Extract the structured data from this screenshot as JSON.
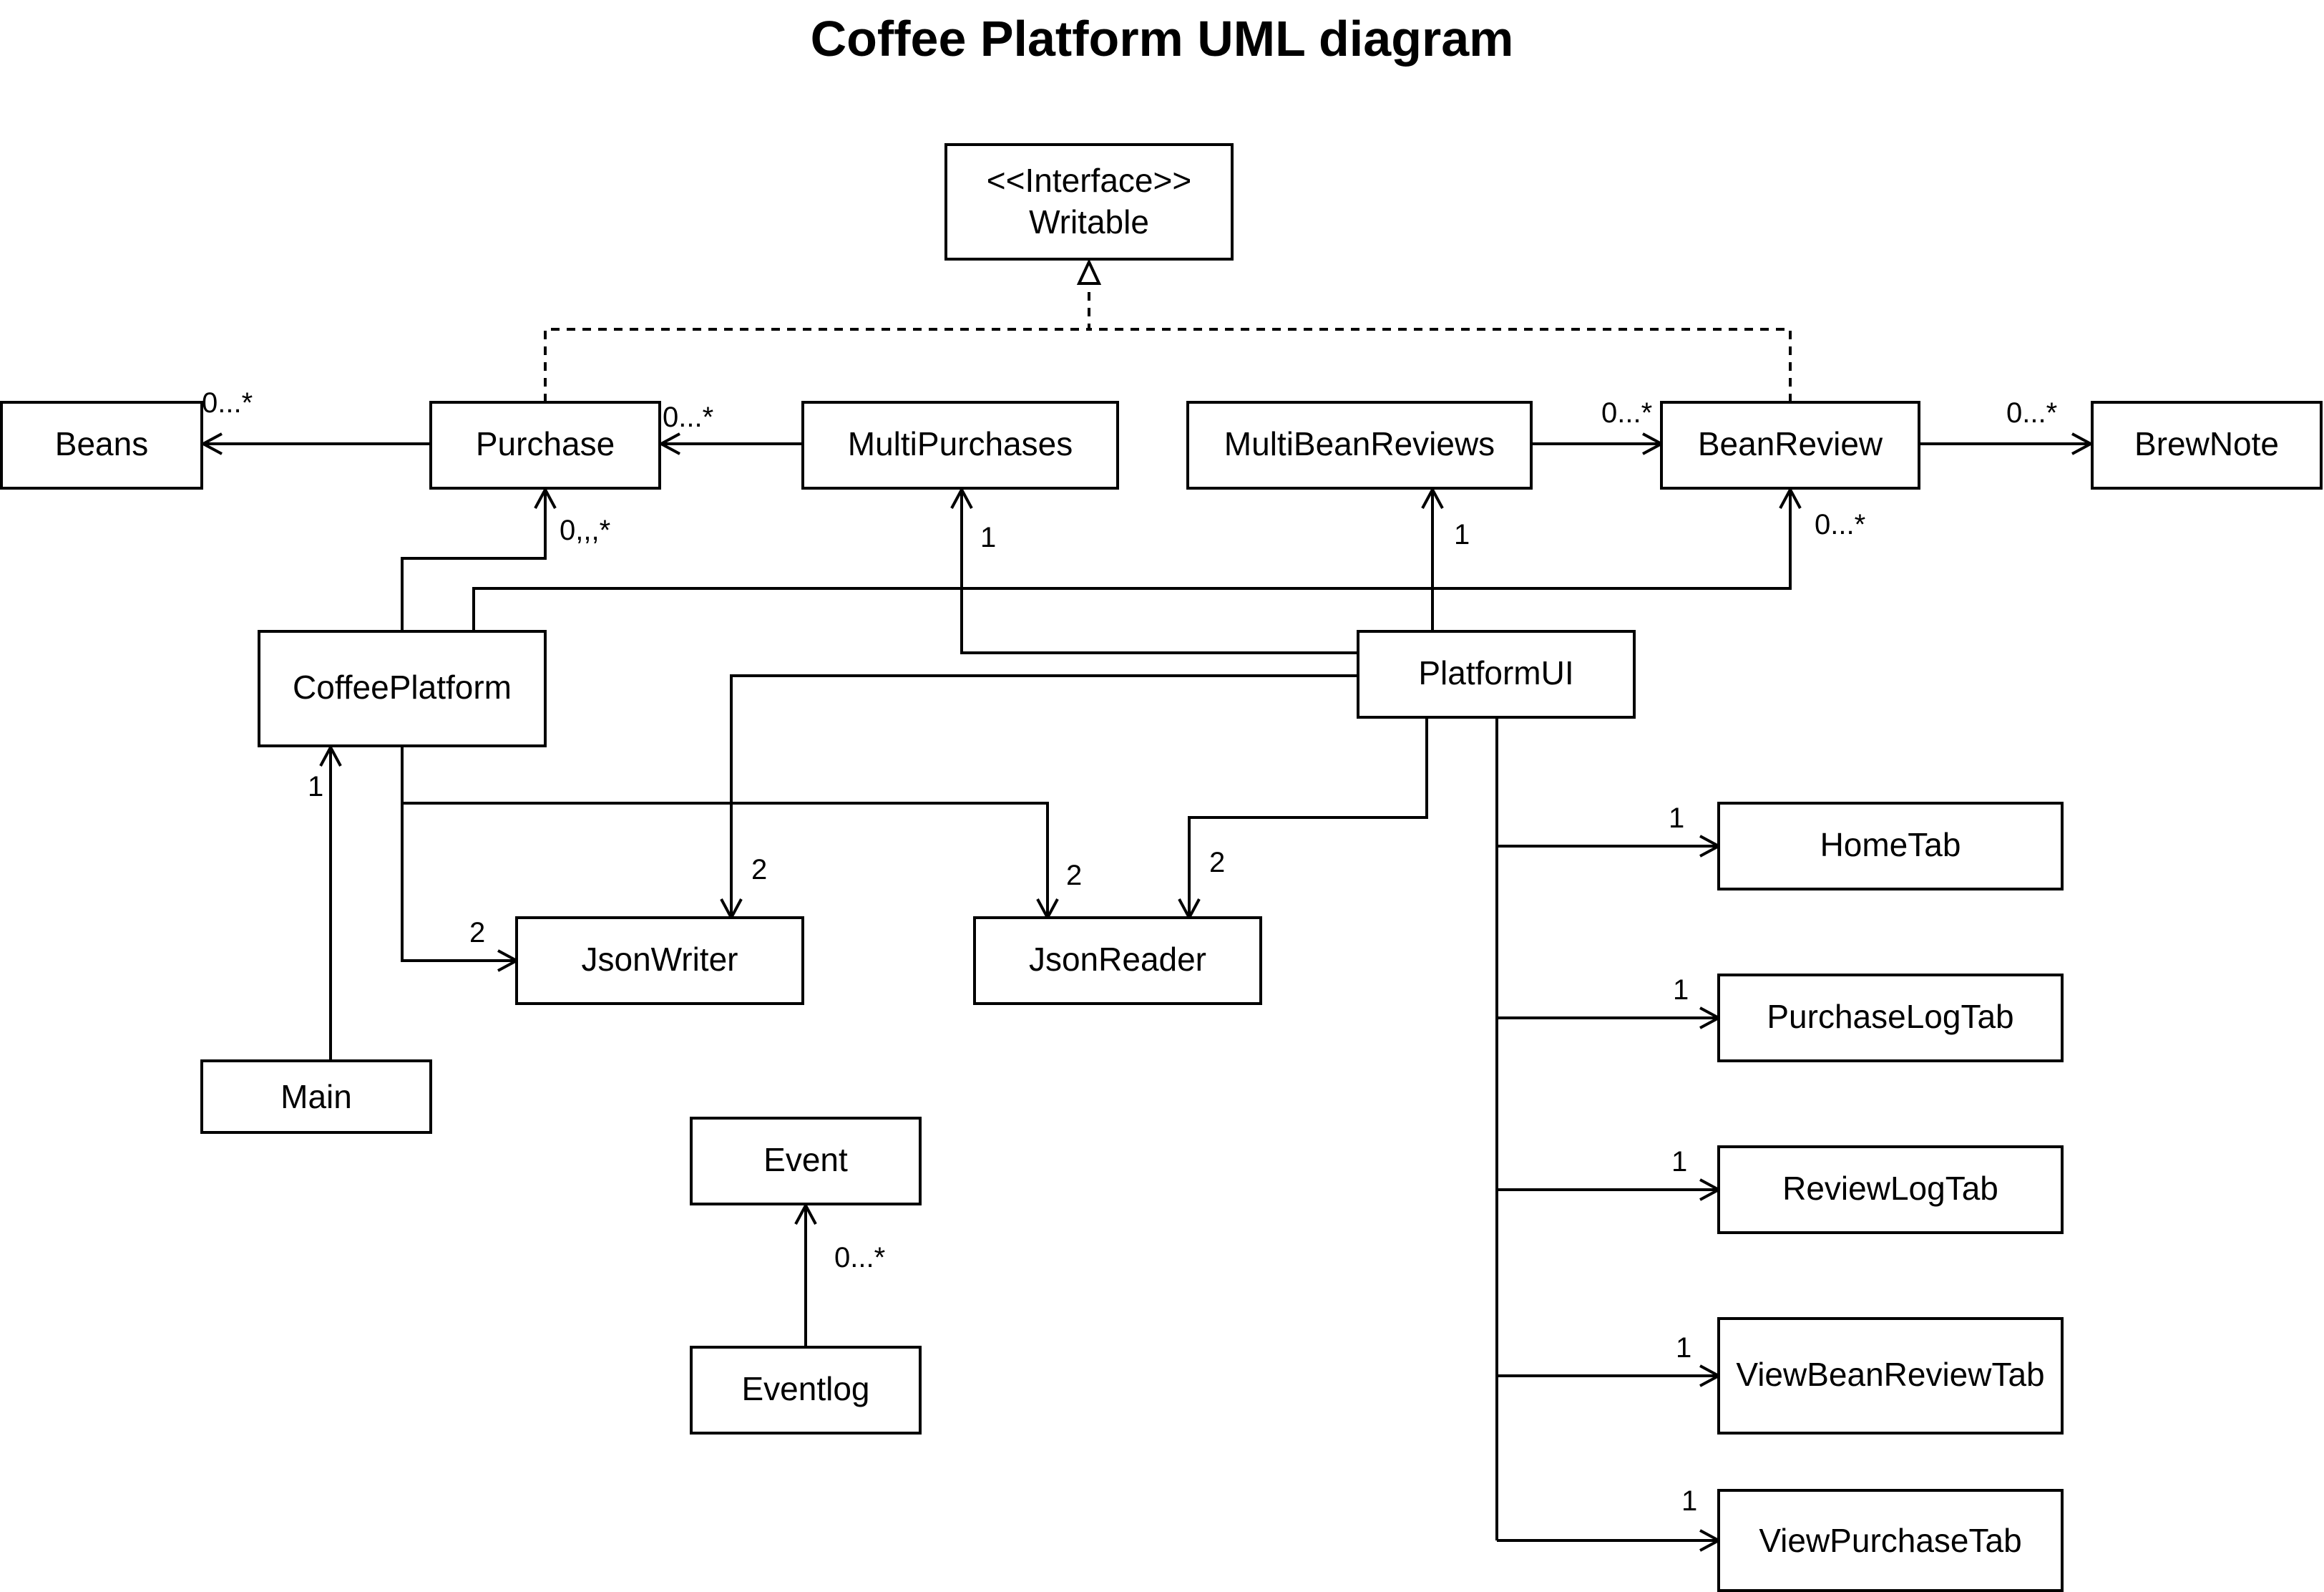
{
  "title": "Coffee Platform UML diagram",
  "classes": {
    "writable": {
      "stereotype": "<<Interface>>",
      "name": "Writable"
    },
    "beans": "Beans",
    "purchase": "Purchase",
    "multipurchases": "MultiPurchases",
    "multibeanreviews": "MultiBeanReviews",
    "beanreview": "BeanReview",
    "brewnote": "BrewNote",
    "coffeeplatform": "CoffeePlatform",
    "platformui": "PlatformUI",
    "jsonwriter": "JsonWriter",
    "jsonreader": "JsonReader",
    "main": "Main",
    "event": "Event",
    "eventlog": "Eventlog",
    "hometab": "HomeTab",
    "purchaselogtab": "PurchaseLogTab",
    "reviewlogtab": "ReviewLogTab",
    "viewbeanreviewtab": "ViewBeanReviewTab",
    "viewpurchasetab": "ViewPurchaseTab"
  },
  "multiplicities": {
    "purchase_beans": "0...*",
    "multipurchases_purchase": "0...*",
    "multibeanreviews_beanreview": "0...*",
    "beanreview_brewnote": "0...*",
    "coffeeplatform_purchase": "0,,,*",
    "coffeeplatform_beanreview": "0...*",
    "platformui_multipurchases": "1",
    "platformui_multibeanreviews": "1",
    "main_coffeeplatform": "1",
    "coffeeplatform_jsonwriter": "2",
    "platformui_jsonwriter": "2",
    "coffeeplatform_jsonreader": "2",
    "platformui_jsonreader": "2",
    "eventlog_event": "0...*",
    "platformui_hometab": "1",
    "platformui_purchaselogtab": "1",
    "platformui_reviewlogtab": "1",
    "platformui_viewbeanreviewtab": "1",
    "platformui_viewpurchasetab": "1"
  },
  "colors": {
    "stroke": "#000000",
    "background": "#ffffff"
  }
}
